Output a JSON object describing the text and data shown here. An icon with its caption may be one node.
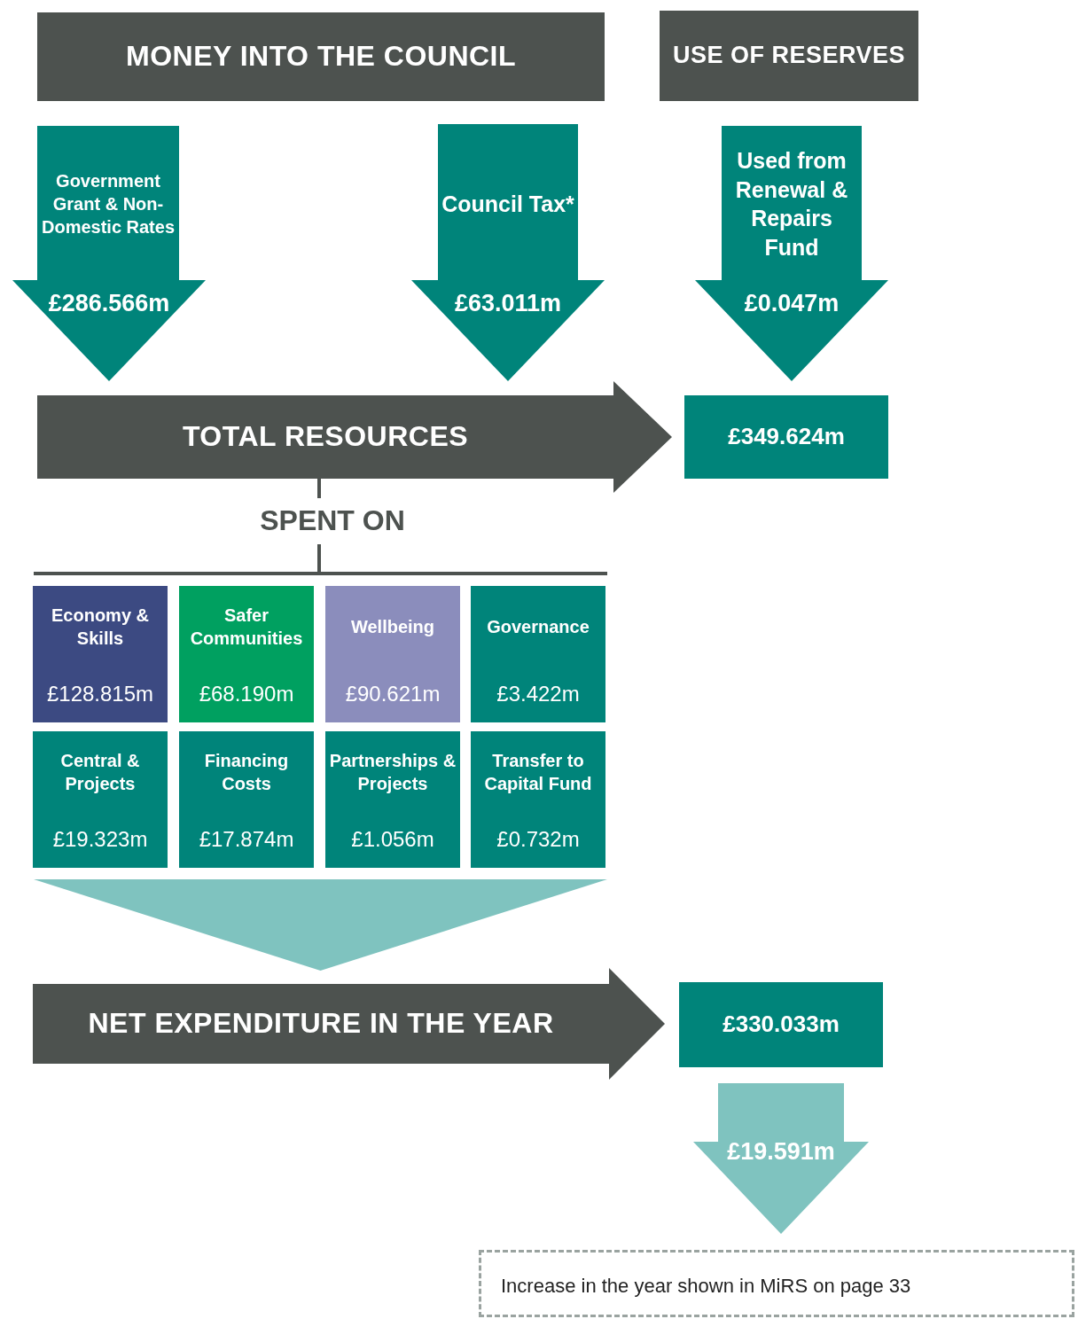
{
  "diagram": {
    "nodes": [
      {
        "text": [
          "MONEY INTO THE COUNCIL"
        ]
      },
      {
        "text": [
          "USE OF RESERVES"
        ]
      },
      {
        "text": [
          "Government Grant & Non-Domestic Rates",
          "£286.566m"
        ]
      },
      {
        "text": [
          "Council Tax*",
          "£63.011m"
        ]
      },
      {
        "text": [
          "Used from Renewal & Repairs Fund",
          "£0.047m"
        ]
      },
      {
        "text": [
          "TOTAL RESOURCES"
        ]
      },
      {
        "text": [
          "£349.624m"
        ]
      },
      {
        "text": [
          "Economy & Skills",
          "£128.815m"
        ]
      },
      {
        "text": [
          "Safer Communities",
          "£68.190m"
        ]
      },
      {
        "text": [
          "Wellbeing",
          "£90.621m"
        ]
      },
      {
        "text": [
          "Governance",
          "£3.422m"
        ]
      },
      {
        "text": [
          "Central & Projects",
          "£19.323m"
        ]
      },
      {
        "text": [
          "Financing Costs",
          "£17.874m"
        ]
      },
      {
        "text": [
          "Partnerships & Projects",
          "£1.056m"
        ]
      },
      {
        "text": [
          "Transfer to Capital Fund",
          "£0.732m"
        ]
      },
      {
        "text": [],
        "shape": "triangle"
      },
      {
        "text": [
          "NET EXPENDITURE IN THE YEAR"
        ]
      },
      {
        "text": [
          "£330.033m"
        ]
      },
      {
        "text": [
          "£19.591m"
        ]
      },
      {
        "text": [
          "Increase in the year shown in MiRS on page 33"
        ]
      }
    ],
    "labels": [
      "SPENT ON"
    ]
  }
}
